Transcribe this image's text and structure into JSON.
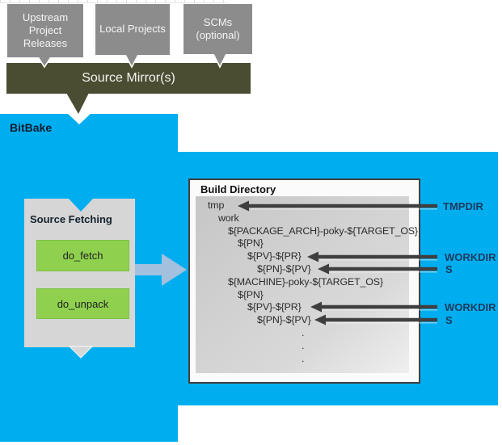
{
  "palette": {
    "bitbake_cyan": "#00aeef",
    "mirror_olive": "#4b4d33",
    "source_box_gray": "#8c8c8c",
    "panel_gray": "#d6d6d6",
    "task_green": "#8fd14f",
    "flow_arrow_blue": "#a3c0df",
    "pointer_arrow_dark": "#3f3f3f",
    "variable_label_navy": "#1d3a5e"
  },
  "upstream_flow": {
    "sources": [
      {
        "label": "Upstream Project Releases"
      },
      {
        "label": "Local Projects"
      },
      {
        "label": "SCMs (optional)"
      }
    ],
    "mirror_label": "Source Mirror(s)"
  },
  "bitbake": {
    "label": "BitBake"
  },
  "source_fetching": {
    "title": "Source Fetching",
    "tasks": [
      {
        "label": "do_fetch"
      },
      {
        "label": "do_unpack"
      }
    ]
  },
  "build_directory": {
    "title": "Build Directory",
    "tree": [
      {
        "text": "tmp",
        "level": 0
      },
      {
        "text": "work",
        "level": 1
      },
      {
        "text": "${PACKAGE_ARCH}-poky-${TARGET_OS}",
        "level": 2
      },
      {
        "text": "${PN}",
        "level": 3
      },
      {
        "text": "${PV}-${PR}",
        "level": 4
      },
      {
        "text": "${PN}-${PV}",
        "level": 5
      },
      {
        "text": "${MACHINE}-poky-${TARGET_OS}",
        "level": 2
      },
      {
        "text": "${PN}",
        "level": 3
      },
      {
        "text": "${PV}-${PR}",
        "level": 4
      },
      {
        "text": "${PN}-${PV}",
        "level": 5
      },
      {
        "text": ".",
        "level": 9
      },
      {
        "text": ".",
        "level": 9
      },
      {
        "text": ".",
        "level": 9
      }
    ]
  },
  "annotations": [
    {
      "label": "TMPDIR",
      "points_to": "tmp"
    },
    {
      "label": "WORKDIR",
      "points_to": "${PV}-${PR}"
    },
    {
      "label": "S",
      "points_to": "${PN}-${PV}"
    },
    {
      "label": "WORKDIR",
      "points_to": "${PV}-${PR}"
    },
    {
      "label": "S",
      "points_to": "${PN}-${PV}"
    }
  ]
}
